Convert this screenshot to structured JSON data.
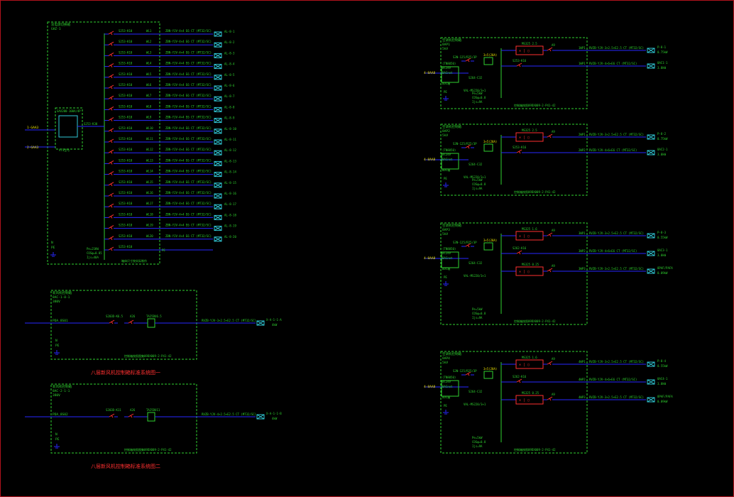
{
  "panel_main": {
    "header": [
      "双电源切换箱",
      "GHZ-1"
    ],
    "input_labels": [
      "1-GAA3",
      "2-GAA3"
    ],
    "ats_label": "SAX200-100A/4P",
    "ats_out": "S253-K30",
    "ats_model": "ATS型号",
    "left_n_pe": [
      "N",
      "PE"
    ],
    "params": [
      "Pe=21KW",
      "COSφ=0.85",
      "Ijs=40A"
    ],
    "footer": "箱体尺寸按实际制作",
    "pe_tail": "PE",
    "rows": [
      {
        "breaker": "S253-K10",
        "circuit": "WL1",
        "cable": "ZBN-YJV-4×4 E6 CT (MT32/SC)",
        "dest": "AL-8-1"
      },
      {
        "breaker": "S253-K10",
        "circuit": "WL2",
        "cable": "ZBN-YJV-4×4 E6 CT (MT32/SC)",
        "dest": "AL-8-2"
      },
      {
        "breaker": "S253-K10",
        "circuit": "WL3",
        "cable": "ZBN-YJV-4×4 E6 CT (MT32/SC)",
        "dest": "AL-8-3"
      },
      {
        "breaker": "S253-K10",
        "circuit": "WL4",
        "cable": "ZBN-YJV-4×4 E6 CT (MT32/SC)",
        "dest": "AL-8-4"
      },
      {
        "breaker": "S253-K10",
        "circuit": "WL5",
        "cable": "ZBN-YJV-4×4 E6 CT (MT32/SC)",
        "dest": "AL-8-5"
      },
      {
        "breaker": "S253-K10",
        "circuit": "WL6",
        "cable": "ZBN-YJV-4×4 E6 CT (MT32/SC)",
        "dest": "AL-8-6"
      },
      {
        "breaker": "S253-K10",
        "circuit": "WL7",
        "cable": "ZBN-YJV-4×4 E6 CT (MT32/SC)",
        "dest": "AL-8-7"
      },
      {
        "breaker": "S253-K10",
        "circuit": "WL8",
        "cable": "ZBN-YJV-4×4 E6 CT (MT32/SC)",
        "dest": "AL-8-8"
      },
      {
        "breaker": "S253-K10",
        "circuit": "WL9",
        "cable": "ZBN-YJV-4×4 E6 CT (MT32/SC)",
        "dest": "AL-8-9"
      },
      {
        "breaker": "S253-K10",
        "circuit": "WL10",
        "cable": "ZBN-YJV-4×4 E6 CT (MT32/SC)",
        "dest": "AL-8-10"
      },
      {
        "breaker": "S253-K10",
        "circuit": "WL11",
        "cable": "ZBN-YJV-4×4 E6 CT (MT32/SC)",
        "dest": "AL-8-11"
      },
      {
        "breaker": "S253-K10",
        "circuit": "WL12",
        "cable": "ZBN-YJV-4×4 E6 CT (MT32/SC)",
        "dest": "AL-8-12"
      },
      {
        "breaker": "S253-K10",
        "circuit": "WL13",
        "cable": "ZBN-YJV-4×4 E6 CT (MT32/SC)",
        "dest": "AL-8-13"
      },
      {
        "breaker": "S253-K10",
        "circuit": "WL14",
        "cable": "ZBN-YJV-4×4 E6 CT (MT32/SC)",
        "dest": "AL-8-14"
      },
      {
        "breaker": "S253-K10",
        "circuit": "WL15",
        "cable": "ZBN-YJV-4×4 E6 CT (MT32/SC)",
        "dest": "AL-8-15"
      },
      {
        "breaker": "S253-K10",
        "circuit": "WL16",
        "cable": "ZBN-YJV-4×4 E6 CT (MT32/SC)",
        "dest": "AL-8-16"
      },
      {
        "breaker": "S253-K10",
        "circuit": "WL17",
        "cable": "ZBN-YJV-4×4 E6 CT (MT32/SC)",
        "dest": "AL-8-17"
      },
      {
        "breaker": "S253-K10",
        "circuit": "WL18",
        "cable": "ZBN-YJV-4×4 E6 CT (MT32/SC)",
        "dest": "AL-8-18"
      },
      {
        "breaker": "S253-K10",
        "circuit": "WL19",
        "cable": "ZBN-YJV-4×4 E6 CT (MT32/SC)",
        "dest": "AL-8-19"
      },
      {
        "breaker": "S253-K10",
        "circuit": "WL20",
        "cable": "ZBN-YJV-4×4 E6 CT (MT32/SC)",
        "dest": "AL-8-20"
      },
      {
        "breaker": "S253-K10",
        "circuit": "",
        "cable": "",
        "dest": ""
      }
    ]
  },
  "small_panels": [
    {
      "header": [
        "新风机控制箱",
        "8AC-1-8-1"
      ],
      "kv": "380V",
      "feed": "PDA_8S01",
      "n_pe": [
        "N",
        "PE"
      ],
      "breaker": "S203D-K6.5",
      "contactor": "A26",
      "relay": "TA25DU6.5",
      "cable": "RVZB-YJV-3×2.5+E2.5 CT (MT32/SC)",
      "dest": "X-A-1-1-A",
      "dest_sub": "4kW",
      "footer": "控制箱按照图集09DX009-2-P41-42",
      "title": "八层新风机控制箱标准系统图一"
    },
    {
      "header": [
        "新风机控制箱",
        "8AC-2-1-1"
      ],
      "kv": "380V",
      "feed": "PDA_8S02",
      "n_pe": [
        "N",
        "PE"
      ],
      "breaker": "S203D-K11",
      "contactor": "A26",
      "relay": "TA25DU11",
      "cable": "RVZB-YJV-4×2.5+E2.5 CT (MT32/SC)",
      "dest": "X-A-1-1-B",
      "dest_sub": "4kW",
      "footer": "控制箱按照图集09DX009-2-P41-42",
      "title": "八层新风机控制箱标准系统图二"
    }
  ],
  "right_panels": [
    {
      "header": [
        "空调机控制箱",
        "8AP1",
        "5kV"
      ],
      "input": "4-8AA8",
      "breaker": "S3N-125/R25/3P",
      "meter": "3×5(20A)",
      "left": [
        "(TN8050)",
        "DC24V",
        "BACnet",
        "DDC箱",
        "PE"
      ],
      "rcd": "S264-C32",
      "vfd": "VAL-MS220/3+1",
      "params": [
        "Pe=5kW",
        "COSφ=0.8",
        "Ijs=9A"
      ],
      "bar_label": "S253-K16",
      "footer": "控制箱按照09DX009-2-P41-42",
      "outs": [
        {
          "breaker": "MS325 2.5",
          "contactor": "A9",
          "circuit": "1WP1",
          "cable": "RVZB-YJV-3×2.5+E2.5 CT (MT32/SC)",
          "dest": "P-8-1",
          "dest_sub": "0.75kW"
        },
        {
          "breaker": "S253-K16",
          "contactor": "",
          "circuit": "1WP1",
          "cable": "RVZB-YJV-4×6+E6 CT (MT32/SC)",
          "dest": "8AC1-1",
          "dest_sub": "3.0kW"
        }
      ]
    },
    {
      "header": [
        "空调机控制箱",
        "8AP2",
        "5kV"
      ],
      "input": "4-8AA8",
      "breaker": "S3N-125/R25/3P",
      "meter": "3×5(20A)",
      "left": [
        "(TN8050)",
        "DC24V",
        "BACnet",
        "DDC箱",
        "PE"
      ],
      "rcd": "S264-C32",
      "vfd": "VAL-MS220/3+1",
      "params": [
        "Pe=5kW",
        "COSφ=0.8",
        "Ijs=9A"
      ],
      "bar_label": "S253-K16",
      "footer": "控制箱按照09DX009-2-P41-42",
      "outs": [
        {
          "breaker": "MS325 2.5",
          "contactor": "A9",
          "circuit": "2WP1",
          "cable": "RVZB-YJV-3×2.5+E2.5 CT (MT32/SC)",
          "dest": "P-8-2",
          "dest_sub": "0.75kW"
        },
        {
          "breaker": "S253-K16",
          "contactor": "",
          "circuit": "2WP2",
          "cable": "RVZB-YJV-4×6+E6 CT (MT32/SC)",
          "dest": "8AC2-1",
          "dest_sub": "3.0kW"
        }
      ]
    },
    {
      "header": [
        "空调机控制箱",
        "8AP3",
        "5kV"
      ],
      "input": "4-8AA8",
      "breaker": "S3N-125/R25/3P",
      "meter": "3×5(20A)",
      "left": [
        "(TN8050)",
        "DC24V",
        "BACnet",
        "DDC箱",
        "PE"
      ],
      "rcd": "S264-C32",
      "vfd": "VAL-MS220/3+1",
      "params": [
        "Pe=5kW",
        "COSφ=0.8",
        "Ijs=9A"
      ],
      "bar_label": "S253-K16",
      "footer": "控制箱按照09DX009-2-P41-42",
      "outs": [
        {
          "breaker": "MS325 1.6",
          "contactor": "A9",
          "circuit": "3WP1",
          "cable": "RVZB-YJV-3×2.5+E2.5 CT (MT32/SC)",
          "dest": "P-8-3",
          "dest_sub": "0.55kW"
        },
        {
          "breaker": "S262-K16",
          "contactor": "",
          "circuit": "3WP2",
          "cable": "RVZB-YJV-4×6+E6 CT (MT32/SC)",
          "dest": "8AC3-1",
          "dest_sub": "3.0kW"
        },
        {
          "breaker": "MS325 0.25",
          "contactor": "A9",
          "circuit": "3WP3",
          "cable": "RVZB-YJV-3×2.5+E2.5 CT (MT32/SC)",
          "dest": "8PAF/PAFA",
          "dest_sub": "0.09kW"
        }
      ]
    },
    {
      "header": [
        "空调机控制箱",
        "8AP4",
        "5kV"
      ],
      "input": "4-8AA8",
      "breaker": "S3N-125/R25/3P",
      "meter": "3×5(20A)",
      "left": [
        "(TN8050)",
        "DC24V",
        "BACnet",
        "DDC箱",
        "PE"
      ],
      "rcd": "S264-C32",
      "vfd": "VAL-MS220/3+1",
      "params": [
        "Pe=5kW",
        "COSφ=0.8",
        "Ijs=9A"
      ],
      "bar_label": "S253-K16",
      "footer": "控制箱按照09DX009-2-P41-42",
      "outs": [
        {
          "breaker": "MS325 1.6",
          "contactor": "A9",
          "circuit": "4WP1",
          "cable": "RVZB-YJV-3×2.5+E2.5 CT (MT32/SC)",
          "dest": "P-8-4",
          "dest_sub": "0.55kW"
        },
        {
          "breaker": "S262-K16",
          "contactor": "",
          "circuit": "4WP2",
          "cable": "RVZB-YJV-4×6+E6 CT (MT32/SC)",
          "dest": "8AC4-1",
          "dest_sub": "3.0kW"
        },
        {
          "breaker": "MS325 0.25",
          "contactor": "A9",
          "circuit": "4WP3",
          "cable": "RVZB-YJV-3×2.5+E2.5 CT (MT32/SC)",
          "dest": "8PAF/PAFA",
          "dest_sub": "0.09kW"
        }
      ]
    }
  ],
  "colors": {
    "frame": "#b0121c",
    "green": "#2fd12f",
    "blue": "#2828ff",
    "cyan": "#31c9d6",
    "red": "#ff3030",
    "yellow": "#e8e000"
  }
}
